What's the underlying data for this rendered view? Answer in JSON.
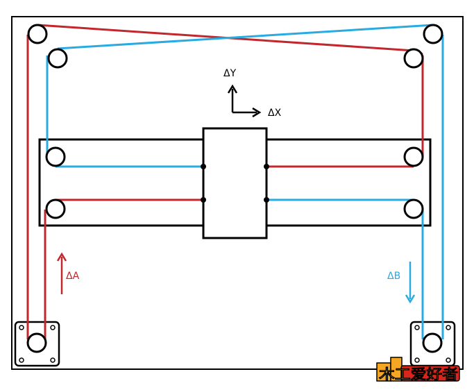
{
  "labels": {
    "delta_y": "ΔY",
    "delta_x": "ΔX",
    "delta_a": "ΔA",
    "delta_b": "ΔB"
  },
  "colors": {
    "outline": "#000000",
    "belt_a": "#c1272d",
    "belt_b": "#29abe2",
    "background": "#ffffff",
    "watermark_yellow": "#f5a623",
    "watermark_red": "#d9261c"
  },
  "watermark": {
    "text": "木工爱好者",
    "icon": "woodworking-logo-icon"
  }
}
